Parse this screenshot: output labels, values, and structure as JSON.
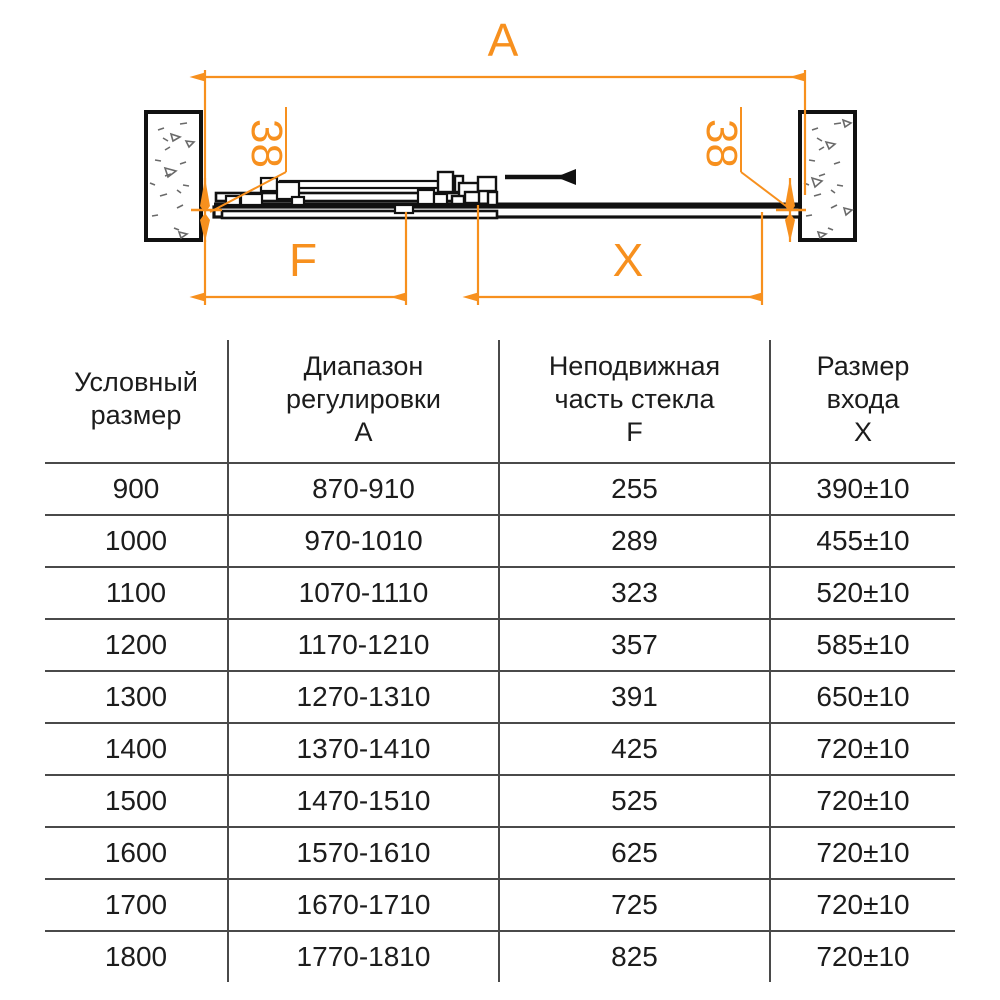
{
  "drawing": {
    "labels": {
      "overall_width": "A",
      "fixed_panel": "F",
      "entry_width": "X",
      "gap_left": "38",
      "gap_right": "38"
    },
    "colors": {
      "dimension": "#F7901E",
      "outline": "#111111",
      "hatch": "#5a5a5a"
    },
    "direction_arrow": "slide-right-arrow"
  },
  "table": {
    "headers": [
      {
        "lines": [
          "Условный",
          "размер"
        ]
      },
      {
        "lines": [
          "Диапазон",
          "регулировки",
          "A"
        ]
      },
      {
        "lines": [
          "Неподвижная",
          "часть стекла",
          "F"
        ]
      },
      {
        "lines": [
          "Размер",
          "входа",
          "X"
        ]
      }
    ],
    "rows": [
      {
        "nominal": "900",
        "range": "870-910",
        "fixed": "255",
        "entry": "390±10"
      },
      {
        "nominal": "1000",
        "range": "970-1010",
        "fixed": "289",
        "entry": "455±10"
      },
      {
        "nominal": "1100",
        "range": "1070-1110",
        "fixed": "323",
        "entry": "520±10"
      },
      {
        "nominal": "1200",
        "range": "1170-1210",
        "fixed": "357",
        "entry": "585±10"
      },
      {
        "nominal": "1300",
        "range": "1270-1310",
        "fixed": "391",
        "entry": "650±10"
      },
      {
        "nominal": "1400",
        "range": "1370-1410",
        "fixed": "425",
        "entry": "720±10"
      },
      {
        "nominal": "1500",
        "range": "1470-1510",
        "fixed": "525",
        "entry": "720±10"
      },
      {
        "nominal": "1600",
        "range": "1570-1610",
        "fixed": "625",
        "entry": "720±10"
      },
      {
        "nominal": "1700",
        "range": "1670-1710",
        "fixed": "725",
        "entry": "720±10"
      },
      {
        "nominal": "1800",
        "range": "1770-1810",
        "fixed": "825",
        "entry": "720±10"
      }
    ]
  }
}
